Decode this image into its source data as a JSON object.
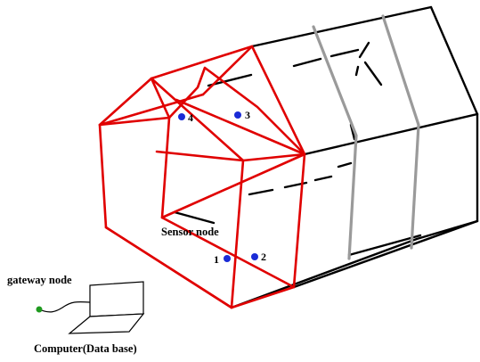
{
  "labels": {
    "sensor_node": "Sensor node",
    "gateway_node": "gateway node",
    "computer": "Computer(Data base)"
  },
  "nodes": [
    {
      "id": "1",
      "label": "1"
    },
    {
      "id": "2",
      "label": "2"
    },
    {
      "id": "3",
      "label": "3"
    },
    {
      "id": "4",
      "label": "4"
    }
  ],
  "colors": {
    "greenhouse_frame_highlight": "#e00000",
    "greenhouse_frame": "#000000",
    "greenhouse_arch_gray": "#9a9a9a",
    "sensor_node": "#1a2bd6",
    "gateway_node": "#1f9a1f",
    "background": "#ffffff"
  }
}
